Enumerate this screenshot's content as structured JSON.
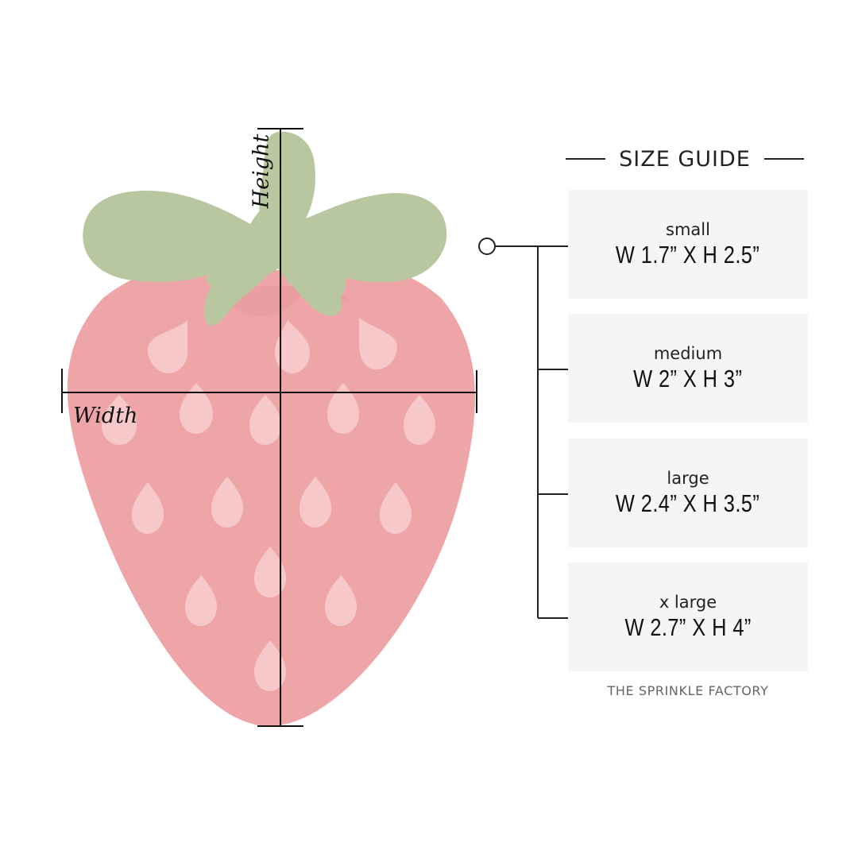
{
  "diagram": {
    "measure_labels": {
      "width": "Width",
      "height": "Height"
    },
    "colors": {
      "berry": "#eea5a7",
      "seed": "#f7c8c9",
      "leaf": "#b9c7a0",
      "leaf_shadow": "#a4b58a",
      "lines": "#111111"
    },
    "icons": [
      "strawberry-illustration"
    ]
  },
  "size_guide": {
    "title": "SIZE GUIDE",
    "sizes": [
      {
        "name": "small",
        "dims": "W 1.7” X H 2.5”"
      },
      {
        "name": "medium",
        "dims": "W 2” X H 3”"
      },
      {
        "name": "large",
        "dims": "W 2.4” X H 3.5”"
      },
      {
        "name": "x large",
        "dims": "W 2.7” X H 4”"
      }
    ]
  },
  "footer": {
    "brand": "THE SPRINKLE FACTORY"
  }
}
